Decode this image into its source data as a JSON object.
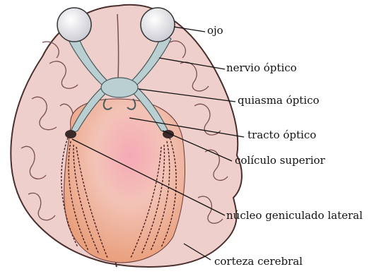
{
  "labels": {
    "eye": "ojo",
    "optic_nerve": "nervio óptico",
    "optic_chiasm": "quiasma óptico",
    "optic_tract": "tracto óptico",
    "superior_colliculus": "colículo superior",
    "lgn": "núcleo geniculado lateral",
    "cortex": "corteza cerebral"
  },
  "colors": {
    "brain_fill": "#eecfcb",
    "brain_outline": "#4a2f2f",
    "gyri_line": "#7a4f4d",
    "eye_fill": "#e8e8ee",
    "optic_pathway": "#b9cfd2",
    "visual_area": "#f3b7a8",
    "radiation_lines": "#4a2020",
    "leader_line": "#111111"
  }
}
